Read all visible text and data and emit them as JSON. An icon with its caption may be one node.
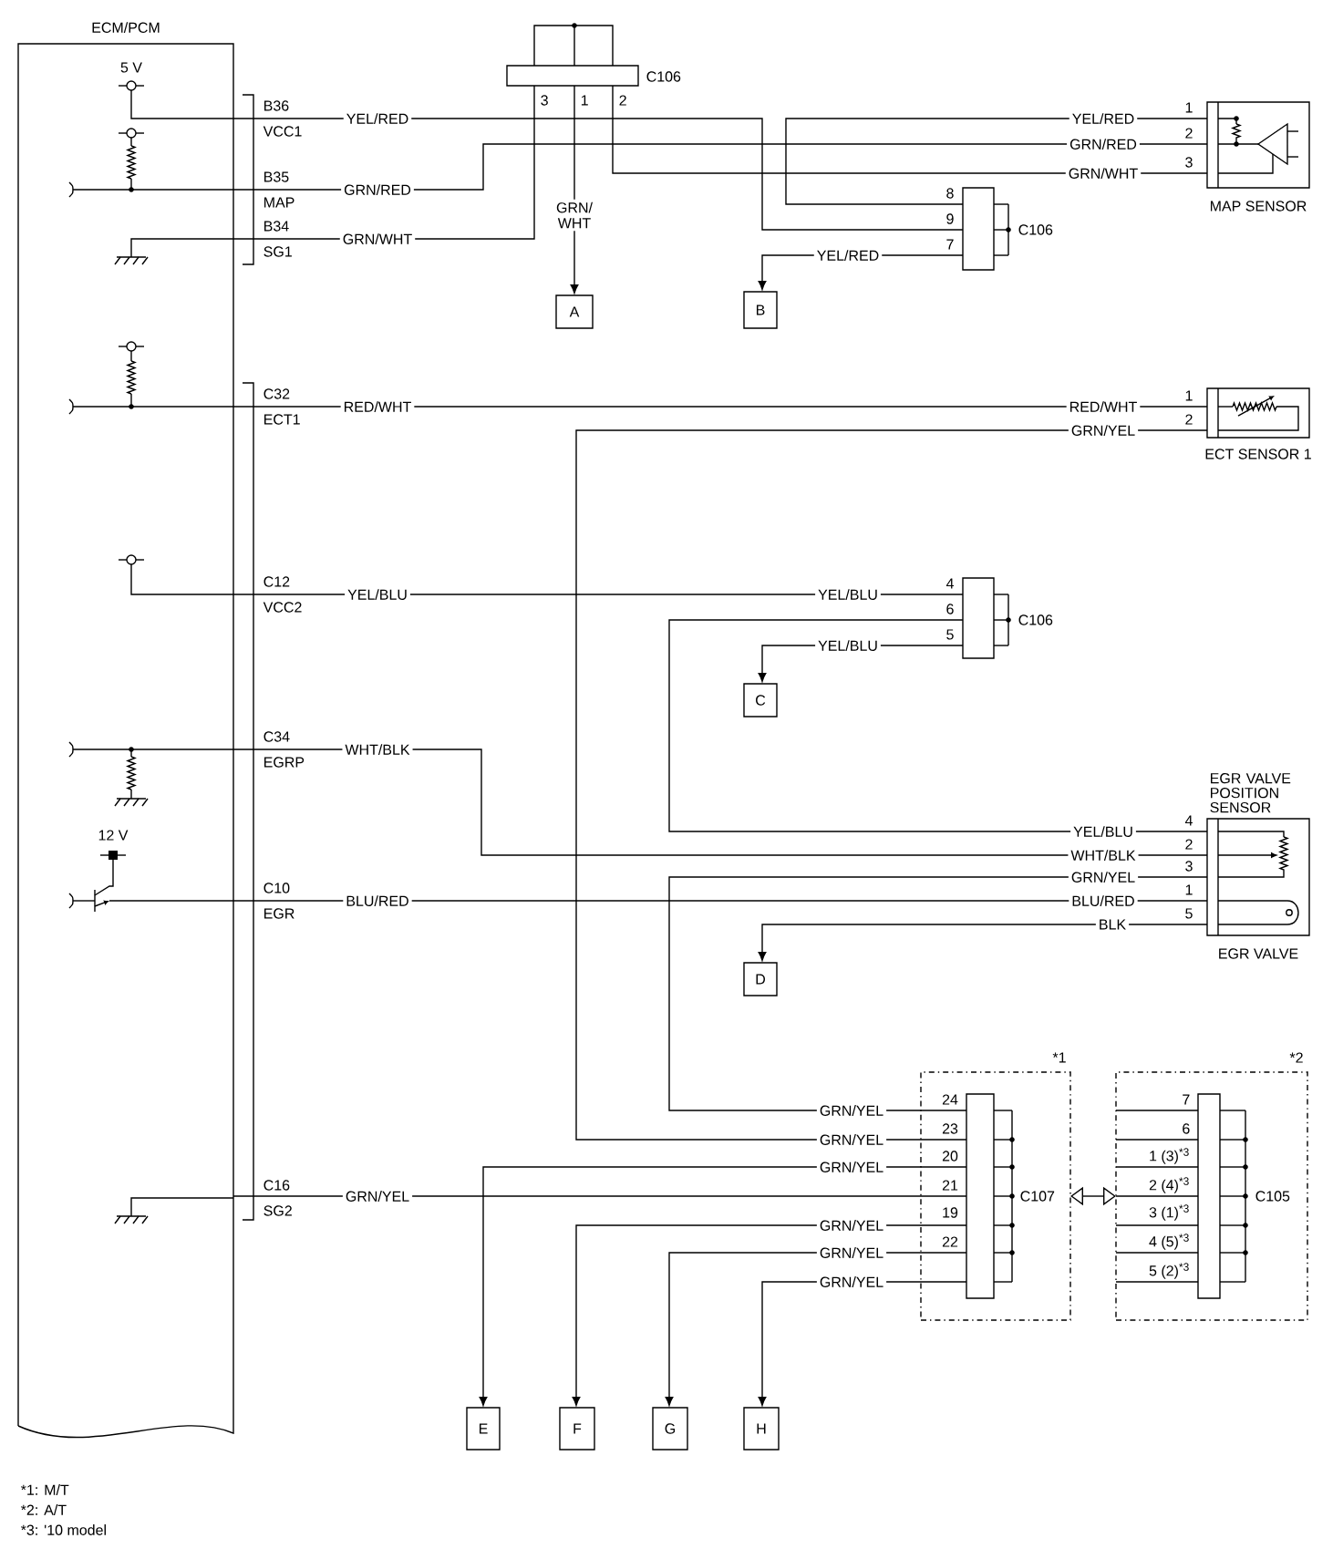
{
  "diagram": {
    "nodes": [
      {
        "text": [
          "ECM/PCM"
        ]
      },
      {
        "text": [
          "C106"
        ]
      },
      {
        "text": [
          "MAP SENSOR"
        ]
      },
      {
        "text": [
          "C106"
        ]
      },
      {
        "text": [
          "A"
        ]
      },
      {
        "text": [
          "B"
        ]
      },
      {
        "text": [
          "ECT SENSOR 1"
        ]
      },
      {
        "text": [
          "C106"
        ]
      },
      {
        "text": [
          "C"
        ]
      },
      {
        "text": [
          "EGR VALVE POSITION SENSOR",
          "EGR VALVE"
        ]
      },
      {
        "text": [
          "D"
        ]
      },
      {
        "text": [
          "*1"
        ]
      },
      {
        "text": [
          "C107"
        ],
        "in": 11
      },
      {
        "text": [
          "*2"
        ]
      },
      {
        "text": [
          "C105"
        ],
        "in": 13
      },
      {
        "text": [
          "E"
        ]
      },
      {
        "text": [
          "F"
        ]
      },
      {
        "text": [
          "G"
        ]
      },
      {
        "text": [
          "H"
        ]
      }
    ],
    "edges": [
      {
        "from": 0,
        "to": 3,
        "arrow": "none",
        "label": "YEL/RED"
      },
      {
        "from": 3,
        "to": 2,
        "arrow": "none",
        "label": "YEL/RED"
      },
      {
        "from": 3,
        "to": 5,
        "arrow": "to",
        "label": "YEL/RED"
      },
      {
        "from": 0,
        "to": 2,
        "arrow": "none",
        "label": "GRN/RED"
      },
      {
        "from": 0,
        "to": 1,
        "arrow": "none",
        "label": "GRN/WHT"
      },
      {
        "from": 1,
        "to": 2,
        "arrow": "none",
        "label": "GRN/WHT"
      },
      {
        "from": 1,
        "to": 4,
        "arrow": "to",
        "label": "GRN/ WHT"
      },
      {
        "from": 0,
        "to": 6,
        "arrow": "none",
        "label": "RED/WHT"
      },
      {
        "from": 6,
        "to": 12,
        "arrow": "none",
        "label": "GRN/YEL"
      },
      {
        "from": 0,
        "to": 7,
        "arrow": "none",
        "label": "YEL/BLU"
      },
      {
        "from": 7,
        "to": 9,
        "arrow": "none",
        "label": "YEL/BLU"
      },
      {
        "from": 7,
        "to": 8,
        "arrow": "to",
        "label": "YEL/BLU"
      },
      {
        "from": 0,
        "to": 9,
        "arrow": "none",
        "label": "WHT/BLK"
      },
      {
        "from": 9,
        "to": 12,
        "arrow": "none",
        "label": "GRN/YEL"
      },
      {
        "from": 0,
        "to": 9,
        "arrow": "none",
        "label": "BLU/RED"
      },
      {
        "from": 9,
        "to": 10,
        "arrow": "to",
        "label": "BLK"
      },
      {
        "from": 0,
        "to": 12,
        "arrow": "none",
        "label": "GRN/YEL"
      },
      {
        "from": 12,
        "to": 15,
        "arrow": "to",
        "label": "GRN/YEL"
      },
      {
        "from": 12,
        "to": 16,
        "arrow": "to",
        "label": "GRN/YEL"
      },
      {
        "from": 12,
        "to": 17,
        "arrow": "to",
        "label": "GRN/YEL"
      },
      {
        "from": 12,
        "to": 18,
        "arrow": "to",
        "label": "GRN/YEL"
      },
      {
        "from": 11,
        "to": 13,
        "arrow": "both"
      }
    ],
    "labels": [
      "5 V",
      "3",
      "1",
      "2",
      "B36",
      "1",
      "VCC1",
      "2",
      "GRN/RED",
      "3",
      "B35",
      "8",
      "MAP",
      "9",
      "B34",
      "7",
      "SG1",
      "C32",
      "1",
      "RED/WHT",
      "ECT1",
      "2",
      "C12",
      "4",
      "YEL/BLU",
      "VCC2",
      "6",
      "5",
      "C34",
      "EGRP",
      "4",
      "12 V",
      "2",
      "WHT/BLK",
      "3",
      "C10",
      "1",
      "BLU/RED",
      "EGR",
      "5",
      "24",
      "7",
      "GRN/YEL",
      "23",
      "6",
      "GRN/YEL",
      "20",
      "1 (3)$^{*3}$",
      "C16",
      "21",
      "2 (4)$^{*3}$",
      "SG2",
      "19",
      "3 (1)$^{*3}$",
      "22",
      "4 (5)$^{*3}$",
      "5 (2)$^{*3}$",
      "*1: M/T",
      "*2: A/T",
      "*3: '10 model"
    ]
  }
}
